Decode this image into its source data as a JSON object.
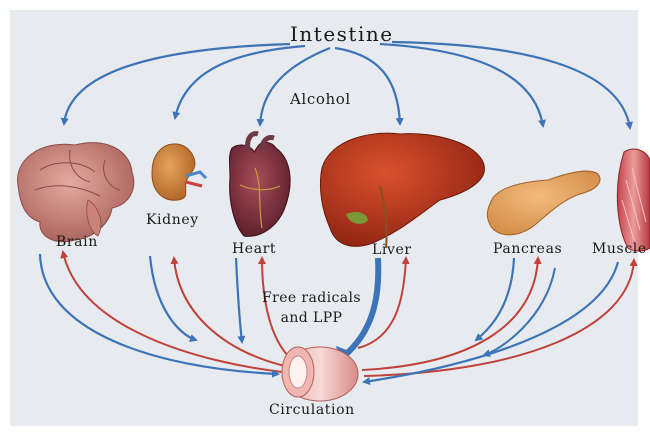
{
  "diagram": {
    "title": "Intestine",
    "substance": "Alcohol",
    "note_line1": "Free radicals",
    "note_line2": "and LPP",
    "hub": "Circulation",
    "organs": {
      "brain": "Brain",
      "kidney": "Kidney",
      "heart": "Heart",
      "liver": "Liver",
      "pancreas": "Pancreas",
      "muscle": "Muscle"
    },
    "colors": {
      "background": "#e7ebef",
      "blue_arrow": "#3d74b8",
      "red_arrow": "#c0423a"
    }
  }
}
